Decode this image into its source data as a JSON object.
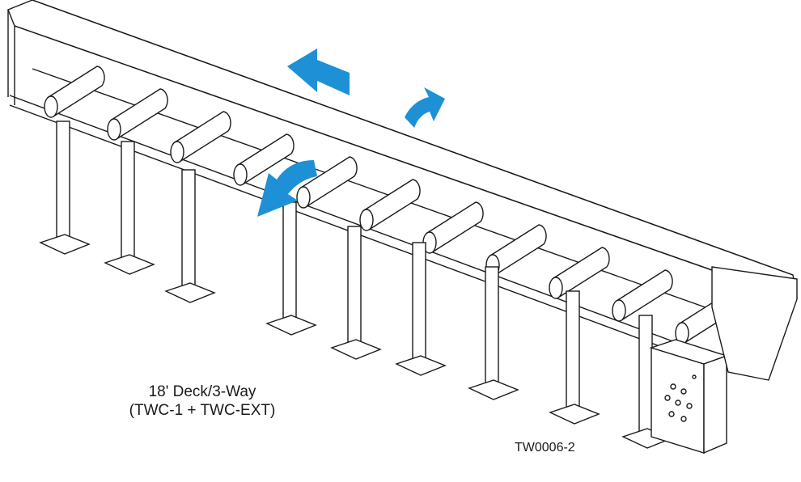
{
  "caption": {
    "line1": "18' Deck/3-Way",
    "line2": "(TWC-1 + TWC-EXT)"
  },
  "drawing_code": "TW0006-2",
  "colors": {
    "arrow": "#1e90d6",
    "linework": "#1a1a1a",
    "background": "#ffffff"
  },
  "icons": [
    "arrow-left-icon",
    "arrow-curve-right-icon",
    "arrow-curve-down-left-icon"
  ]
}
